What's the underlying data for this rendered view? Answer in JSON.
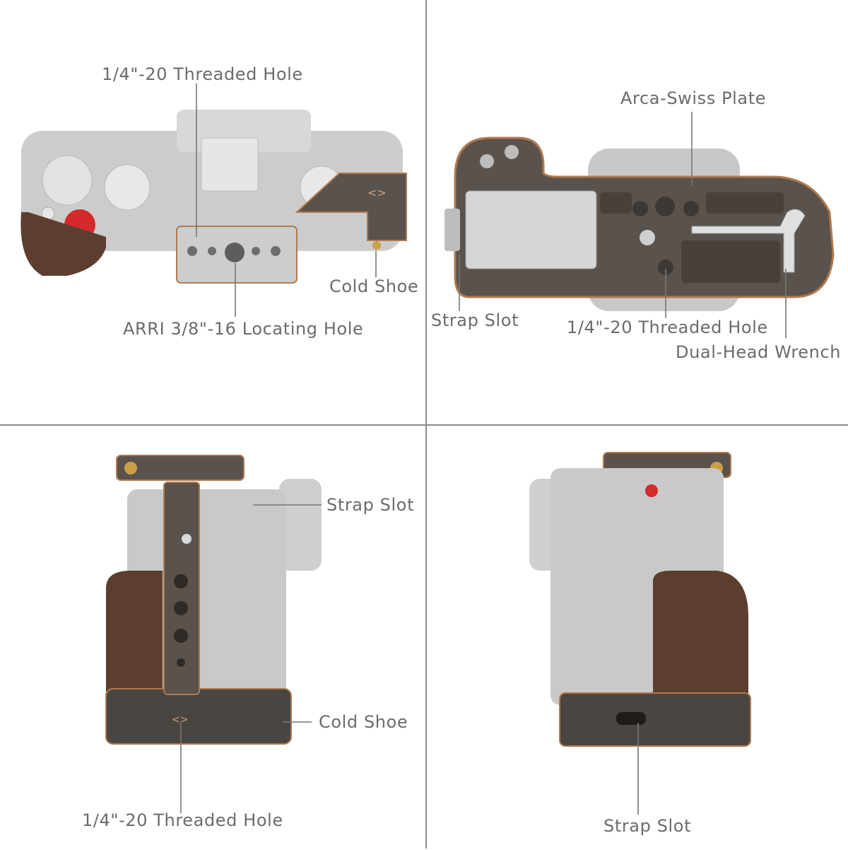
{
  "panels": {
    "top_left": {
      "labels": {
        "threaded_hole": "1/4\"-20 Threaded Hole",
        "cold_shoe": "Cold Shoe",
        "arri_hole": "ARRI 3/8\"-16 Locating Hole"
      }
    },
    "top_right": {
      "labels": {
        "arca_plate": "Arca-Swiss Plate",
        "strap_slot": "Strap Slot",
        "threaded_hole": "1/4\"-20 Threaded Hole",
        "wrench": "Dual-Head Wrench"
      }
    },
    "bottom_left": {
      "labels": {
        "strap_slot": "Strap Slot",
        "cold_shoe": "Cold Shoe",
        "threaded_hole": "1/4\"-20 Threaded Hole"
      }
    },
    "bottom_right": {
      "labels": {
        "strap_slot": "Strap Slot"
      }
    }
  },
  "colors": {
    "label_text": "#6b6b6b",
    "divider": "#8c8c8c",
    "camera_silver": "#cfcfcf",
    "cage_bronze": "#5a524c",
    "cage_edge": "#b07a4f",
    "wood": "#5b3e2e",
    "red_button": "#d52a2a"
  }
}
